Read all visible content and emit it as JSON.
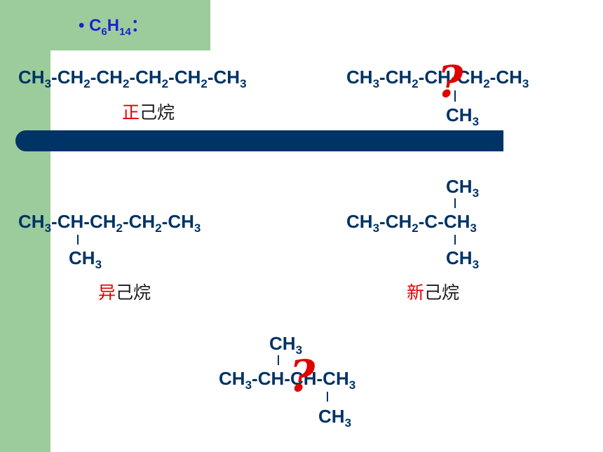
{
  "title": {
    "bullet": "•",
    "c": "C",
    "c_sub": "6",
    "h": "H",
    "h_sub": "14",
    "colon": "："
  },
  "ch3": "CH",
  "ch2": "CH",
  "three": "3",
  "two": "2",
  "dash": "-",
  "ch": "CH",
  "c": "C",
  "names": {
    "n_hexane": {
      "prefix": "正",
      "rest": "己烷"
    },
    "iso_hexane": {
      "prefix": "异",
      "rest": "己烷"
    },
    "neo_hexane": {
      "prefix": "新",
      "rest": "己烷"
    }
  },
  "question": "?",
  "colors": {
    "green": "#9ccc9c",
    "navy": "#003366",
    "title_blue": "#1f1fd1",
    "red": "#e00000"
  }
}
